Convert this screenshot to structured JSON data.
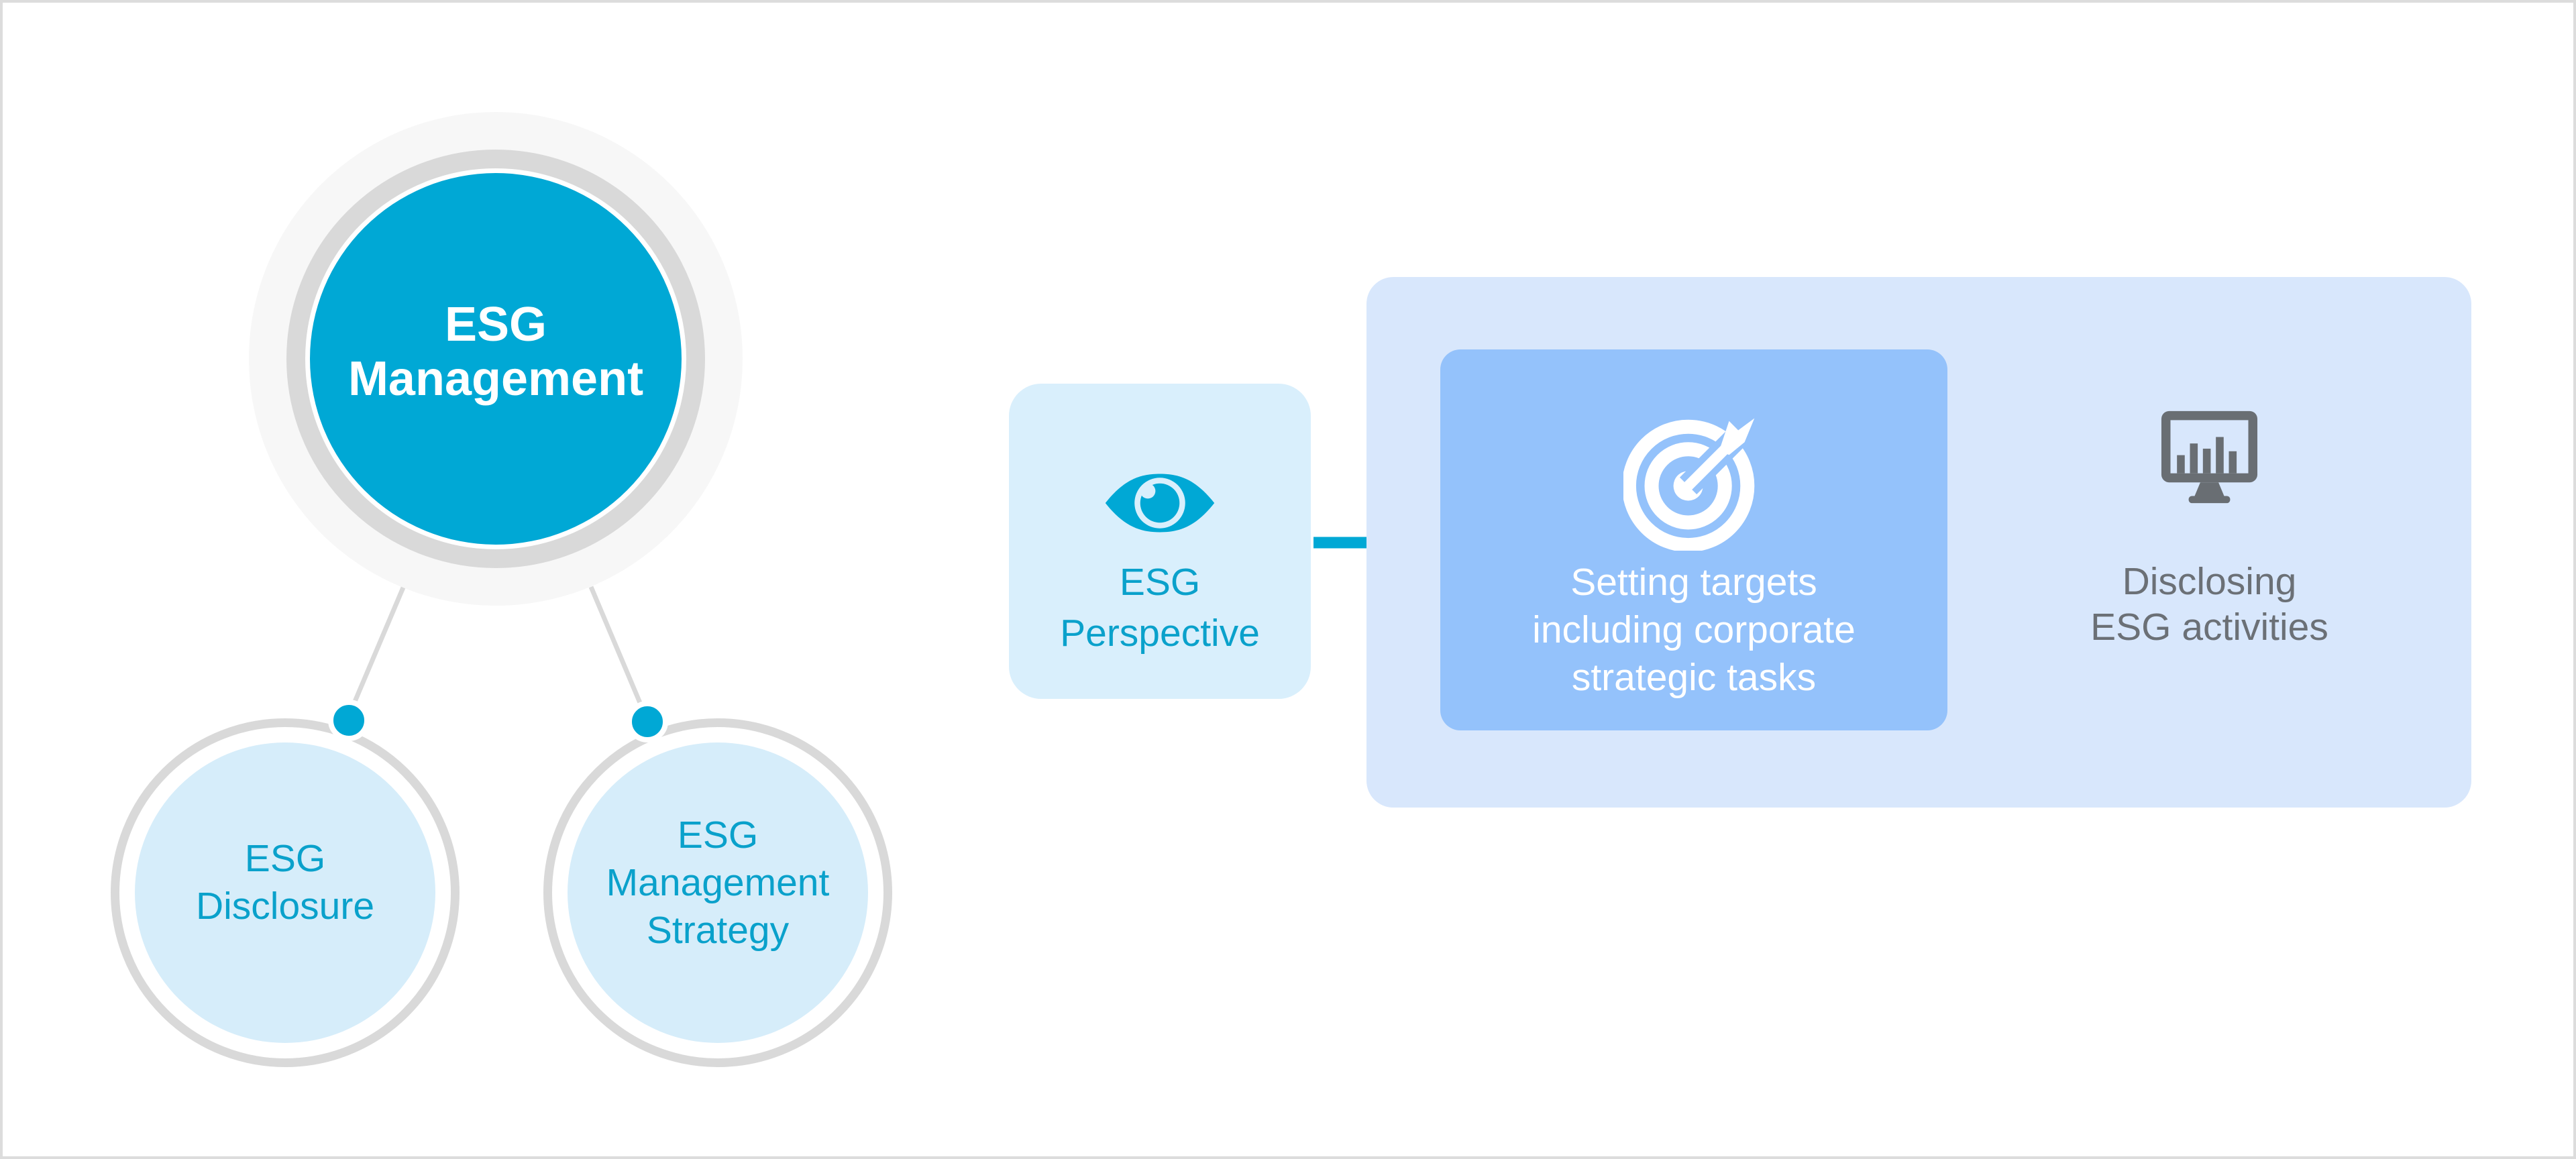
{
  "diagram": {
    "root": {
      "label": "ESG\nManagement"
    },
    "children": [
      {
        "label": "ESG\nDisclosure"
      },
      {
        "label": "ESG\nManagement\nStrategy"
      }
    ],
    "flow": {
      "perspective": {
        "label": "ESG\nPerspective",
        "icon": "eye-icon"
      },
      "targets": {
        "label": "Setting targets\nincluding corporate\nstrategic tasks",
        "icon": "target-icon"
      },
      "disclosure": {
        "label": "Disclosing\nESG activities",
        "icon": "monitor-chart-icon"
      }
    }
  },
  "colors": {
    "accent": "#00a8d5",
    "teal_text": "#0aa1cb",
    "light_cyan": "#d9effc",
    "circle_fill": "#d6edfa",
    "panel_blue": "#d8e7fc",
    "inner_blue": "#94c2fb",
    "ring_gray": "#d9d9d9",
    "halo_gray": "#f7f7f7",
    "icon_gray": "#696e73",
    "text_gray": "#6b7076",
    "border_gray": "#dcdcdc",
    "white": "#ffffff"
  }
}
